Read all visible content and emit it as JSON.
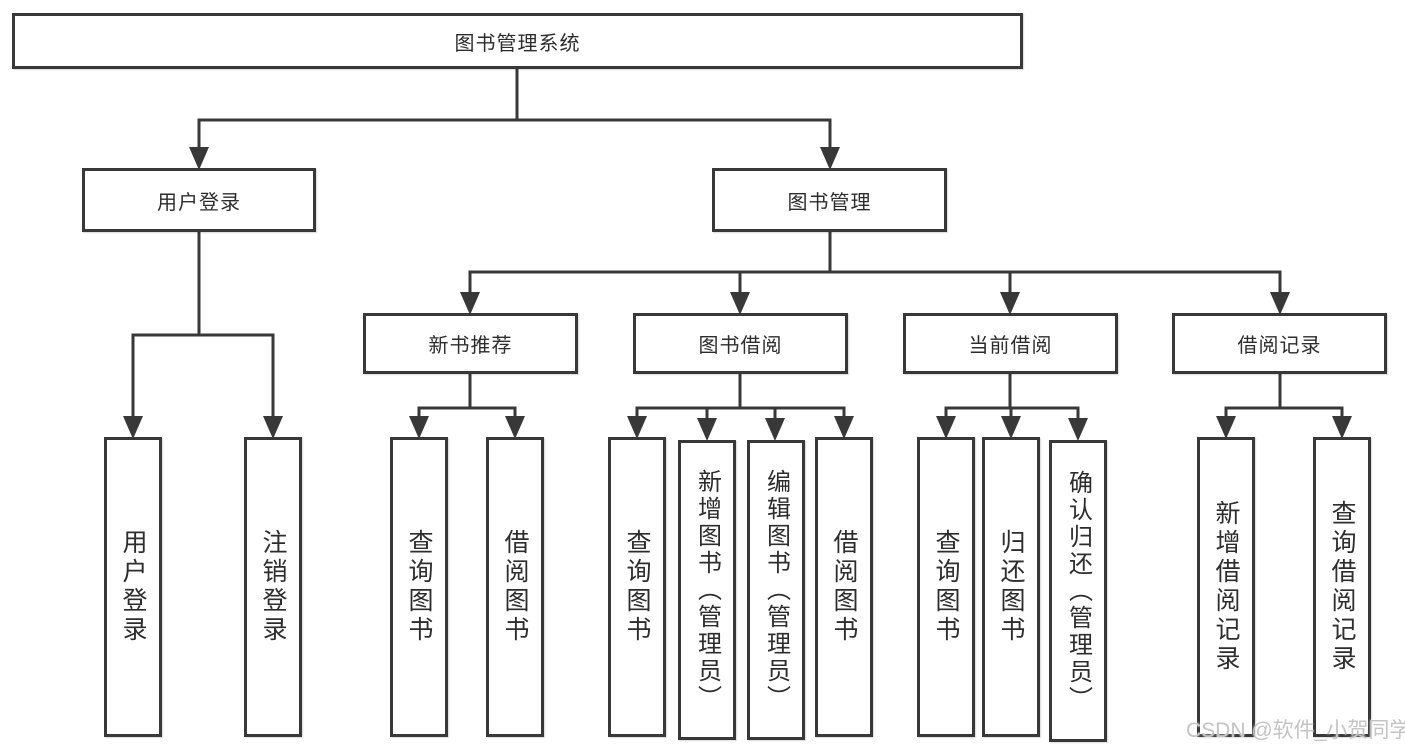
{
  "diagram": {
    "root": {
      "label": "图书管理系统"
    },
    "user_login": {
      "label": "用户登录",
      "leaves": [
        "用户登录",
        "注销登录"
      ]
    },
    "book_mgmt": {
      "label": "图书管理",
      "sections": [
        {
          "label": "新书推荐",
          "leaves": [
            "查询图书",
            "借阅图书"
          ]
        },
        {
          "label": "图书借阅",
          "leaves": [
            "查询图书",
            "新增图书（管理员）",
            "编辑图书（管理员）",
            "借阅图书"
          ]
        },
        {
          "label": "当前借阅",
          "leaves": [
            "查询图书",
            "归还图书",
            "确认归还（管理员）"
          ]
        },
        {
          "label": "借阅记录",
          "leaves": [
            "新增借阅记录",
            "查询借阅记录"
          ]
        }
      ]
    }
  },
  "watermark": {
    "text": "CSDN @软件_小贺同学"
  },
  "colors": {
    "line": "#383838",
    "text": "#2d2d2d",
    "watermark": "#c4c4c4",
    "background": "#ffffff"
  }
}
